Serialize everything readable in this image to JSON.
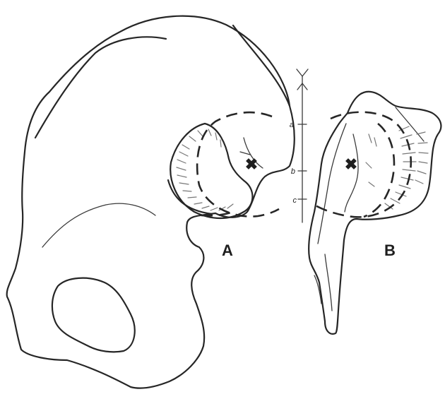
{
  "figure": {
    "view_labels": {
      "left_view": "A",
      "right_view": "B"
    },
    "axis_marks": {
      "a": "a",
      "b": "b",
      "c": "c"
    },
    "center_mark": "✖"
  }
}
